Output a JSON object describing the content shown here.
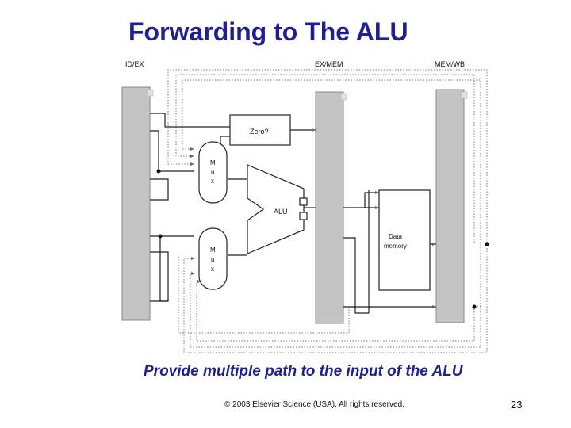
{
  "slide": {
    "title": "Forwarding to The ALU",
    "caption": "Provide multiple path to the input of the ALU",
    "copyright": "© 2003 Elsevier Science (USA). All rights reserved.",
    "page_number": "23"
  },
  "diagram": {
    "pipeline_registers": {
      "id_ex": "ID/EX",
      "ex_mem": "EX/MEM",
      "mem_wb": "MEM/WB"
    },
    "zero_unit": "Zero?",
    "mux_top": [
      "M",
      "u",
      "x"
    ],
    "mux_bottom": [
      "M",
      "u",
      "x"
    ],
    "alu": "ALU",
    "data_memory": [
      "Data",
      "memory"
    ]
  },
  "colors": {
    "title": "#1f1f8f",
    "register_fill": "#c4c4c4"
  }
}
